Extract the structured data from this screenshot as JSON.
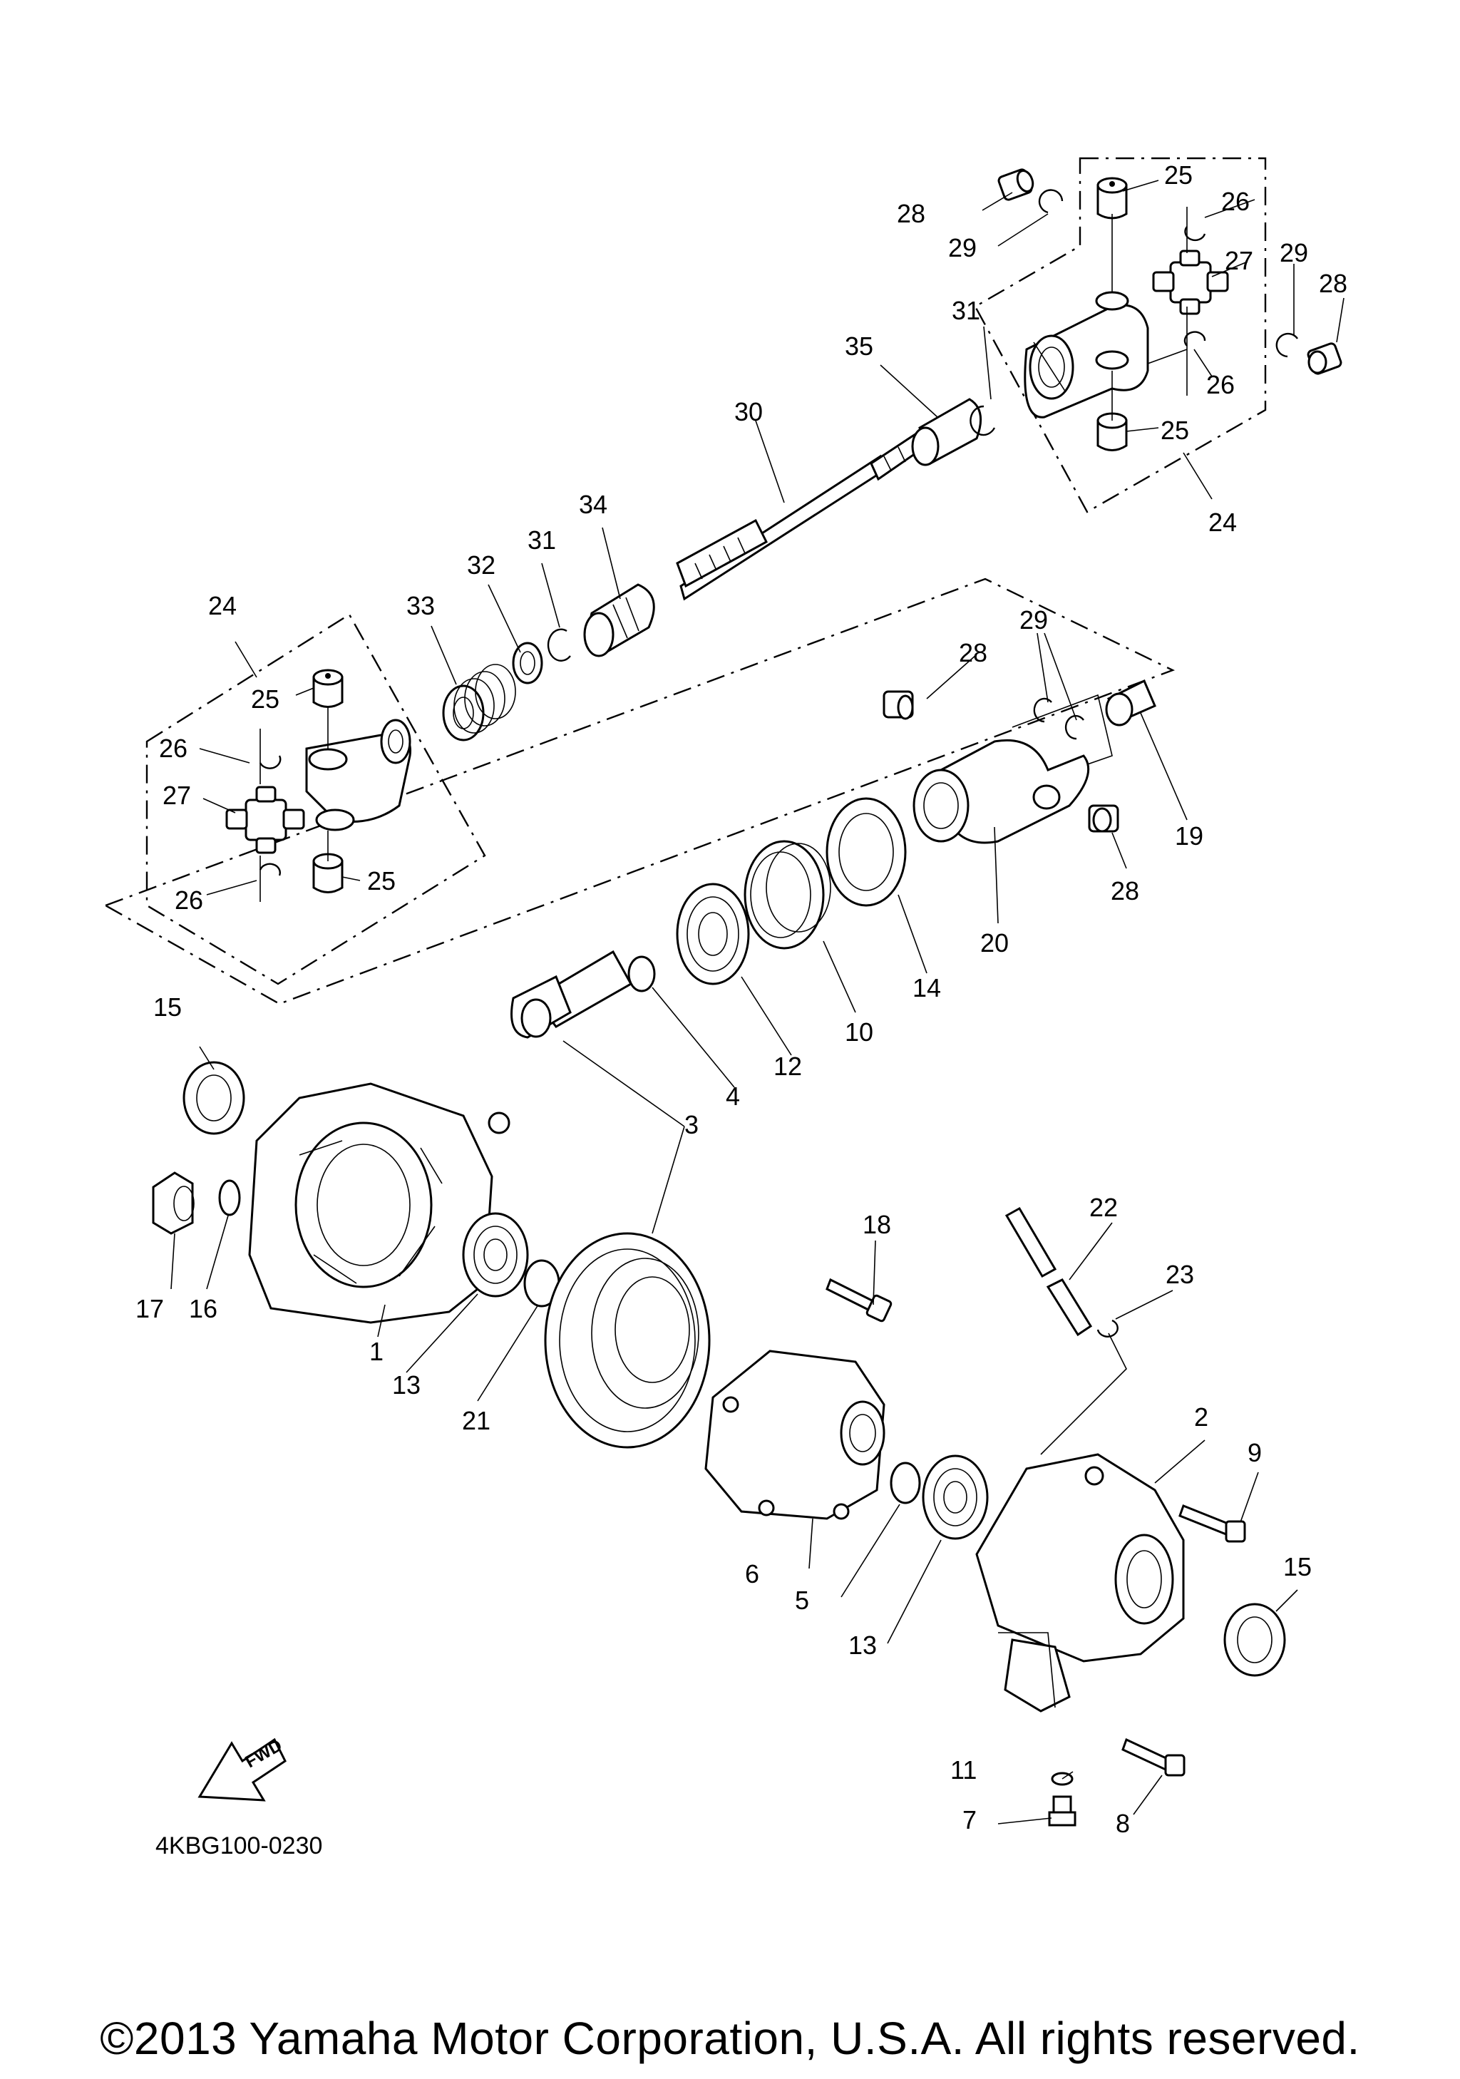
{
  "diagram": {
    "callouts": [
      {
        "id": "c1",
        "text": "1"
      },
      {
        "id": "c2",
        "text": "2"
      },
      {
        "id": "c3",
        "text": "3"
      },
      {
        "id": "c4",
        "text": "4"
      },
      {
        "id": "c5",
        "text": "5"
      },
      {
        "id": "c6",
        "text": "6"
      },
      {
        "id": "c7",
        "text": "7"
      },
      {
        "id": "c8",
        "text": "8"
      },
      {
        "id": "c9",
        "text": "9"
      },
      {
        "id": "c10",
        "text": "10"
      },
      {
        "id": "c11",
        "text": "11"
      },
      {
        "id": "c12",
        "text": "12"
      },
      {
        "id": "c13a",
        "text": "13"
      },
      {
        "id": "c13b",
        "text": "13"
      },
      {
        "id": "c14",
        "text": "14"
      },
      {
        "id": "c15a",
        "text": "15"
      },
      {
        "id": "c15b",
        "text": "15"
      },
      {
        "id": "c16",
        "text": "16"
      },
      {
        "id": "c17",
        "text": "17"
      },
      {
        "id": "c18",
        "text": "18"
      },
      {
        "id": "c19",
        "text": "19"
      },
      {
        "id": "c20",
        "text": "20"
      },
      {
        "id": "c21",
        "text": "21"
      },
      {
        "id": "c22",
        "text": "22"
      },
      {
        "id": "c23",
        "text": "23"
      },
      {
        "id": "c24a",
        "text": "24"
      },
      {
        "id": "c24b",
        "text": "24"
      },
      {
        "id": "c25a",
        "text": "25"
      },
      {
        "id": "c25b",
        "text": "25"
      },
      {
        "id": "c25c",
        "text": "25"
      },
      {
        "id": "c25d",
        "text": "25"
      },
      {
        "id": "c26a",
        "text": "26"
      },
      {
        "id": "c26b",
        "text": "26"
      },
      {
        "id": "c26c",
        "text": "26"
      },
      {
        "id": "c26d",
        "text": "26"
      },
      {
        "id": "c27a",
        "text": "27"
      },
      {
        "id": "c27b",
        "text": "27"
      },
      {
        "id": "c28a",
        "text": "28"
      },
      {
        "id": "c28b",
        "text": "28"
      },
      {
        "id": "c28c",
        "text": "28"
      },
      {
        "id": "c28d",
        "text": "28"
      },
      {
        "id": "c29a",
        "text": "29"
      },
      {
        "id": "c29b",
        "text": "29"
      },
      {
        "id": "c29c",
        "text": "29"
      },
      {
        "id": "c30",
        "text": "30"
      },
      {
        "id": "c31a",
        "text": "31"
      },
      {
        "id": "c31b",
        "text": "31"
      },
      {
        "id": "c32",
        "text": "32"
      },
      {
        "id": "c33",
        "text": "33"
      },
      {
        "id": "c34",
        "text": "34"
      },
      {
        "id": "c35",
        "text": "35"
      }
    ],
    "fwd_label": "FWD",
    "drawing_code": "4KBG100-0230"
  },
  "footer": {
    "copyright": "©2013 Yamaha Motor Corporation, U.S.A. All rights reserved."
  }
}
